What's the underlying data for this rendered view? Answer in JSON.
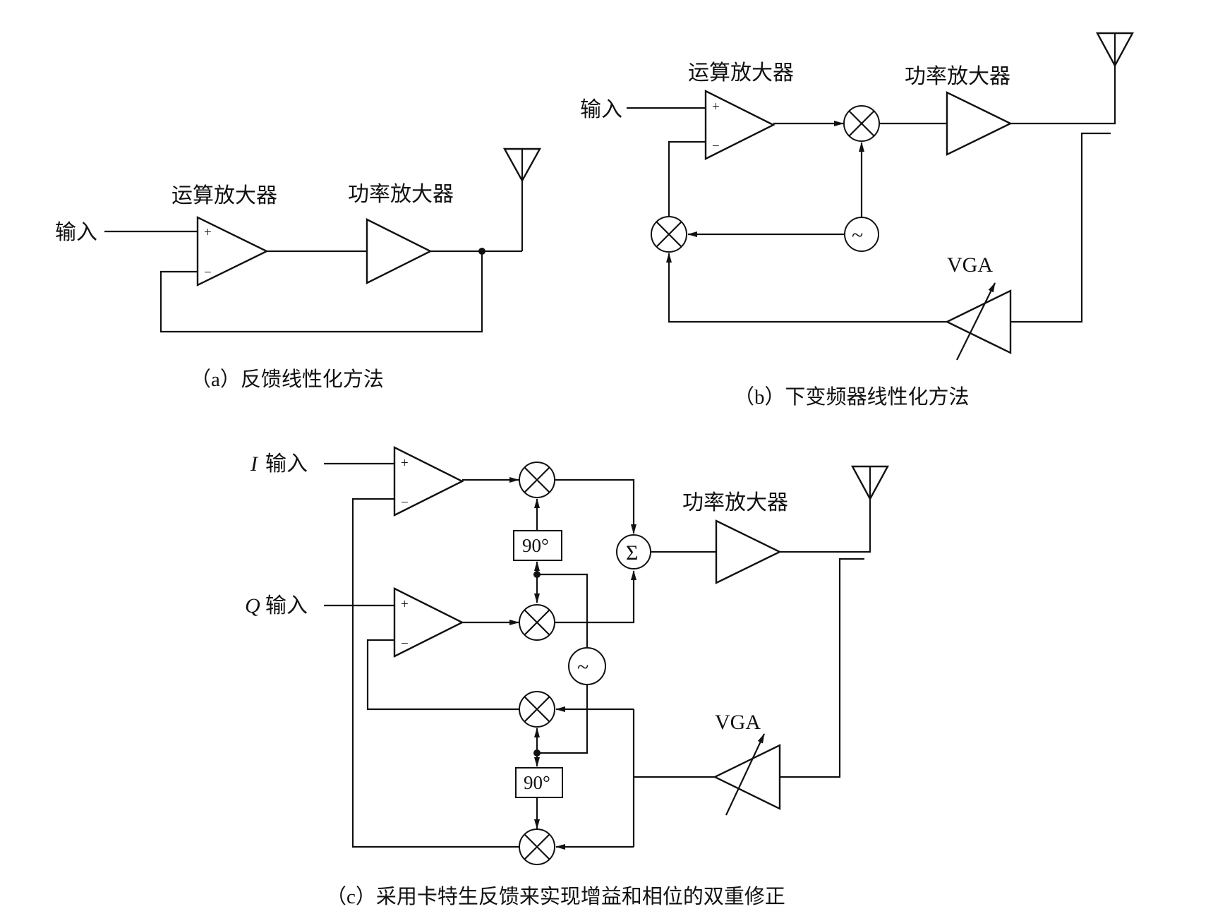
{
  "diagram_a": {
    "input_label": "输入",
    "opamp_label": "运算放大器",
    "pa_label": "功率放大器",
    "plus": "+",
    "minus": "−",
    "caption": "（a）反馈线性化方法"
  },
  "diagram_b": {
    "input_label": "输入",
    "opamp_label": "运算放大器",
    "pa_label": "功率放大器",
    "vga_label": "VGA",
    "osc_symbol": "~",
    "plus": "+",
    "minus": "−",
    "caption": "（b）下变频器线性化方法"
  },
  "diagram_c": {
    "i_input_italic": "I",
    "i_input_label": "输入",
    "q_input_italic": "Q",
    "q_input_label": "输入",
    "pa_label": "功率放大器",
    "vga_label": "VGA",
    "sum_symbol": "Σ",
    "osc_symbol": "~",
    "phase_top": "90°",
    "phase_bottom": "90°",
    "plus": "+",
    "minus": "−",
    "caption": "（c）采用卡特生反馈来实现增益和相位的双重修正"
  }
}
